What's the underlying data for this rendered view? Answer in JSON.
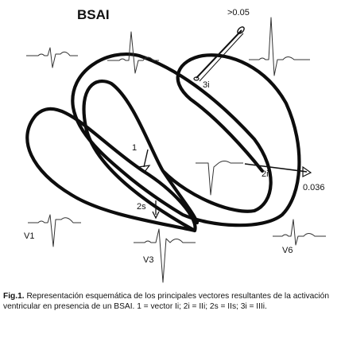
{
  "figure": {
    "title": "BSAI",
    "labels": {
      "v3i_value": ">0.05",
      "v3i": "3i",
      "v1": "1",
      "v2i": "2i",
      "v2i_value": "0.036",
      "v2s": "2s",
      "lead_v1": "V1",
      "lead_v3": "V3",
      "lead_v6": "V6"
    }
  },
  "caption": {
    "label": "Fig.1.",
    "text": "Representación esquemática de los principales vectores resultantes de la activación ventricular en presencia de un BSAI. 1 = vector Ii; 2i = IIi; 2s = IIs; 3i = IIIi."
  }
}
